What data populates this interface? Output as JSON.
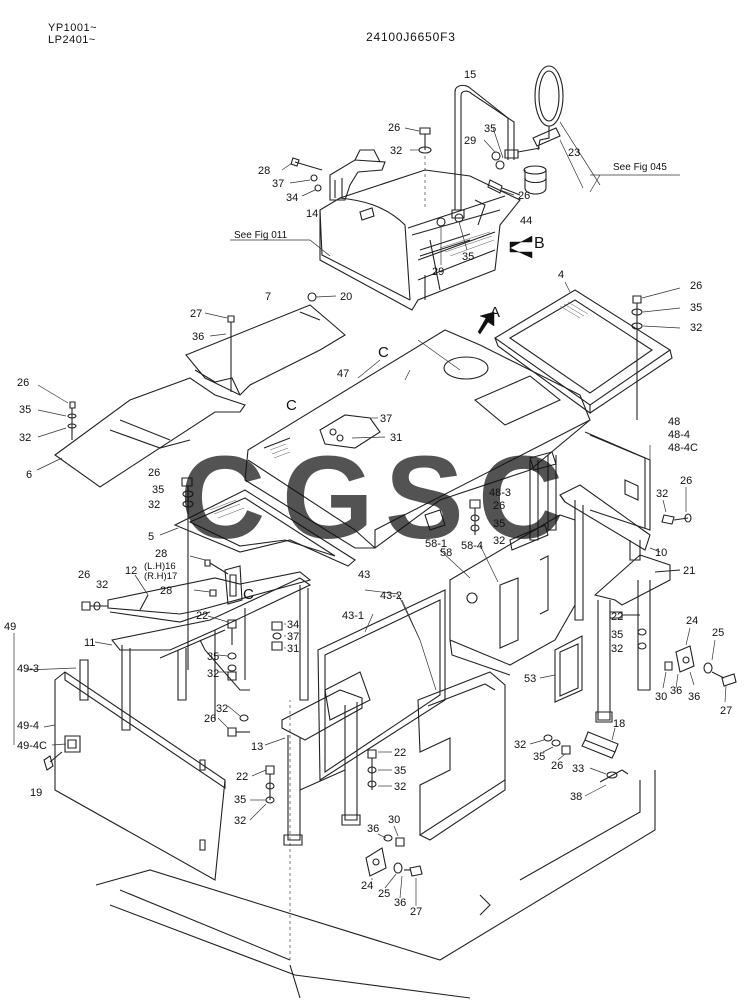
{
  "header": {
    "serial_line1": "YP1001~",
    "serial_line2": "LP2401~",
    "document_number": "24100J6650F3"
  },
  "references": [
    {
      "id": "see-fig-045",
      "text": "See Fig 045"
    },
    {
      "id": "see-fig-011",
      "text": "See Fig 011"
    }
  ],
  "view_markers": {
    "a": "A",
    "b": "B",
    "c": "C"
  },
  "part_callouts": [
    {
      "id": "c15",
      "label": "15"
    },
    {
      "id": "c23",
      "label": "23"
    },
    {
      "id": "c26a",
      "label": "26"
    },
    {
      "id": "c32a",
      "label": "32"
    },
    {
      "id": "c35a",
      "label": "35"
    },
    {
      "id": "c29a",
      "label": "29"
    },
    {
      "id": "c28a",
      "label": "28"
    },
    {
      "id": "c37a",
      "label": "37"
    },
    {
      "id": "c34a",
      "label": "34"
    },
    {
      "id": "c14",
      "label": "14"
    },
    {
      "id": "c26b",
      "label": "26"
    },
    {
      "id": "c44",
      "label": "44"
    },
    {
      "id": "c29b",
      "label": "29"
    },
    {
      "id": "c35b",
      "label": "35"
    },
    {
      "id": "c27a",
      "label": "27"
    },
    {
      "id": "c7",
      "label": "7"
    },
    {
      "id": "c20",
      "label": "20"
    },
    {
      "id": "c36a",
      "label": "36"
    },
    {
      "id": "c4",
      "label": "4"
    },
    {
      "id": "c26c",
      "label": "26"
    },
    {
      "id": "c35c",
      "label": "35"
    },
    {
      "id": "c32b",
      "label": "32"
    },
    {
      "id": "c26d",
      "label": "26"
    },
    {
      "id": "c35d",
      "label": "35"
    },
    {
      "id": "c32c",
      "label": "32"
    },
    {
      "id": "c6",
      "label": "6"
    },
    {
      "id": "c47",
      "label": "47"
    },
    {
      "id": "c37b",
      "label": "37"
    },
    {
      "id": "c31a",
      "label": "31"
    },
    {
      "id": "c48",
      "label": "48"
    },
    {
      "id": "c48-4",
      "label": "48-4"
    },
    {
      "id": "c48-4c",
      "label": "48-4C"
    },
    {
      "id": "c26e",
      "label": "26"
    },
    {
      "id": "c35e",
      "label": "35"
    },
    {
      "id": "c32d",
      "label": "32"
    },
    {
      "id": "c48-3",
      "label": "48-3"
    },
    {
      "id": "c26f",
      "label": "26"
    },
    {
      "id": "c35f",
      "label": "35"
    },
    {
      "id": "c32e",
      "label": "32"
    },
    {
      "id": "c32f",
      "label": "32"
    },
    {
      "id": "c26g",
      "label": "26"
    },
    {
      "id": "c58-1",
      "label": "58-1"
    },
    {
      "id": "c58-4",
      "label": "58-4"
    },
    {
      "id": "c58",
      "label": "58"
    },
    {
      "id": "c10",
      "label": "10"
    },
    {
      "id": "c21",
      "label": "21"
    },
    {
      "id": "c5",
      "label": "5"
    },
    {
      "id": "c28b",
      "label": "28"
    },
    {
      "id": "c16",
      "label": "(L.H)16"
    },
    {
      "id": "c17",
      "label": "(R.H)17"
    },
    {
      "id": "c28c",
      "label": "28"
    },
    {
      "id": "c26h",
      "label": "26"
    },
    {
      "id": "c32g",
      "label": "32"
    },
    {
      "id": "c12",
      "label": "12"
    },
    {
      "id": "c43",
      "label": "43"
    },
    {
      "id": "c43-2",
      "label": "43-2"
    },
    {
      "id": "c43-1",
      "label": "43-1"
    },
    {
      "id": "c22a",
      "label": "22"
    },
    {
      "id": "c35g",
      "label": "35"
    },
    {
      "id": "c32h",
      "label": "32"
    },
    {
      "id": "c24a",
      "label": "24"
    },
    {
      "id": "c25a",
      "label": "25"
    },
    {
      "id": "c49",
      "label": "49"
    },
    {
      "id": "c49-3",
      "label": "49-3"
    },
    {
      "id": "c11",
      "label": "11"
    },
    {
      "id": "c22b",
      "label": "22"
    },
    {
      "id": "c34b",
      "label": "34"
    },
    {
      "id": "c37c",
      "label": "37"
    },
    {
      "id": "c31b",
      "label": "31"
    },
    {
      "id": "c35h",
      "label": "35"
    },
    {
      "id": "c32i",
      "label": "32"
    },
    {
      "id": "c30a",
      "label": "30"
    },
    {
      "id": "c36b",
      "label": "36"
    },
    {
      "id": "c36c",
      "label": "36"
    },
    {
      "id": "c27b",
      "label": "27"
    },
    {
      "id": "c53",
      "label": "53"
    },
    {
      "id": "c49-4",
      "label": "49-4"
    },
    {
      "id": "c32j",
      "label": "32"
    },
    {
      "id": "c26i",
      "label": "26"
    },
    {
      "id": "c49-4c",
      "label": "49-4C"
    },
    {
      "id": "c13",
      "label": "13"
    },
    {
      "id": "c22c",
      "label": "22"
    },
    {
      "id": "c35i",
      "label": "35"
    },
    {
      "id": "c32k",
      "label": "32"
    },
    {
      "id": "c18",
      "label": "18"
    },
    {
      "id": "c32l",
      "label": "32"
    },
    {
      "id": "c35j",
      "label": "35"
    },
    {
      "id": "c26j",
      "label": "26"
    },
    {
      "id": "c22d",
      "label": "22"
    },
    {
      "id": "c35k",
      "label": "35"
    },
    {
      "id": "c32m",
      "label": "32"
    },
    {
      "id": "c33",
      "label": "33"
    },
    {
      "id": "c38",
      "label": "38"
    },
    {
      "id": "c19",
      "label": "19"
    },
    {
      "id": "c30b",
      "label": "30"
    },
    {
      "id": "c36d",
      "label": "36"
    },
    {
      "id": "c24b",
      "label": "24"
    },
    {
      "id": "c25b",
      "label": "25"
    },
    {
      "id": "c36e",
      "label": "36"
    },
    {
      "id": "c27c",
      "label": "27"
    }
  ],
  "watermark": {
    "letters": [
      "C",
      "G",
      "S",
      "C"
    ],
    "colors": [
      "#4a8ff0",
      "#f0605a",
      "#f6d24a",
      "#2fa86a"
    ]
  }
}
